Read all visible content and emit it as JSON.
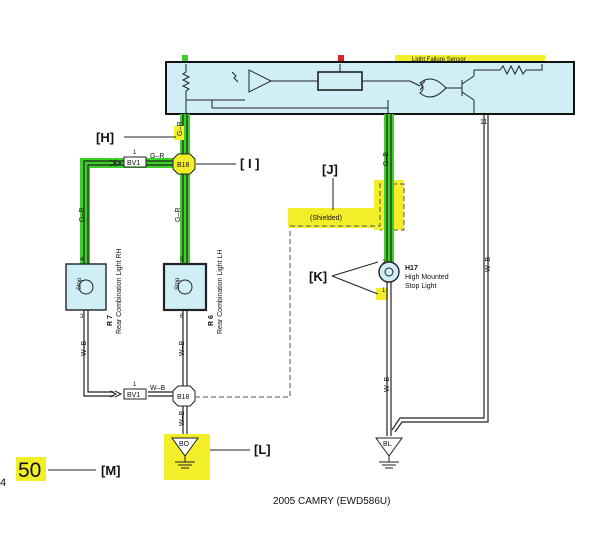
{
  "callouts": {
    "H": "[H]",
    "I": "[ I ]",
    "J": "[J]",
    "K": "[K]",
    "L": "[L]",
    "M": "[M]"
  },
  "page": {
    "number": "50",
    "edge_digit": "4",
    "footer": "2005 CAMRY (EWD586U)"
  },
  "header_strip": "Light Failure Sensor",
  "shielded": "(Shielded)",
  "wires": {
    "g_r": "G–R",
    "g_b": "G–B",
    "w_b": "W–B"
  },
  "connectors": {
    "bv1": "BV1",
    "b18": "B18",
    "bo": "BO",
    "bl": "BL"
  },
  "pins": {
    "p1": "1",
    "p2": "2",
    "p3": "3",
    "p4": "4",
    "p6": "6",
    "p11": "11"
  },
  "components": {
    "r7": {
      "code": "R 7",
      "name": "Rear Combination Light RH",
      "stop": "Stop"
    },
    "r6": {
      "code": "R 6",
      "name": "Rear Combination Light LH",
      "stop": "Stop"
    },
    "h17": {
      "code": "H17",
      "name_line1": "High Mounted",
      "name_line2": "Stop Light"
    }
  },
  "colors": {
    "module_fill": "#cfeef5",
    "highlight_green": "#3fcf2a",
    "highlight_yellow": "#f2ee2a",
    "wire": "#222222"
  }
}
